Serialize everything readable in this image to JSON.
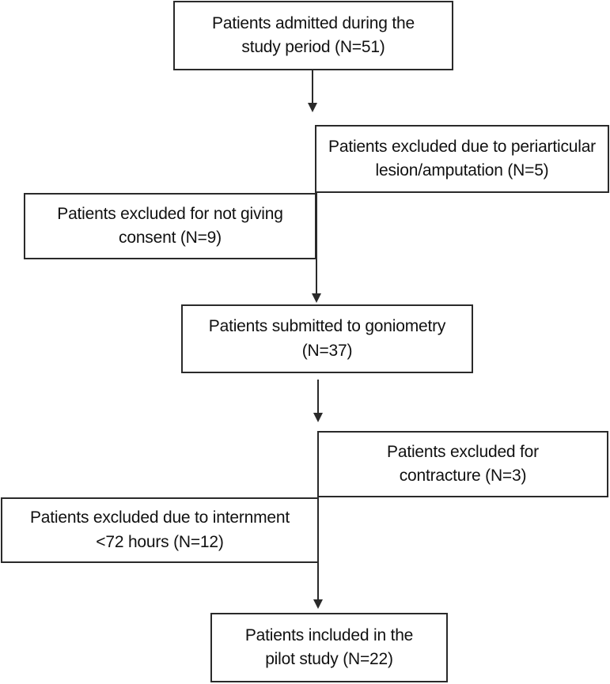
{
  "flowchart": {
    "boxes": {
      "admitted": "Patients admitted during the\nstudy period (N=51)",
      "excluded_lesion": "Patients excluded due to periarticular\nlesion/amputation (N=5)",
      "excluded_consent": "Patients excluded for not giving\nconsent (N=9)",
      "goniometry": "Patients submitted to goniometry\n(N=37)",
      "excluded_contracture": "Patients excluded for\ncontracture (N=3)",
      "excluded_internment": "Patients excluded due to internment\n<72 hours (N=12)",
      "included": "Patients included in the\npilot study (N=22)"
    }
  }
}
